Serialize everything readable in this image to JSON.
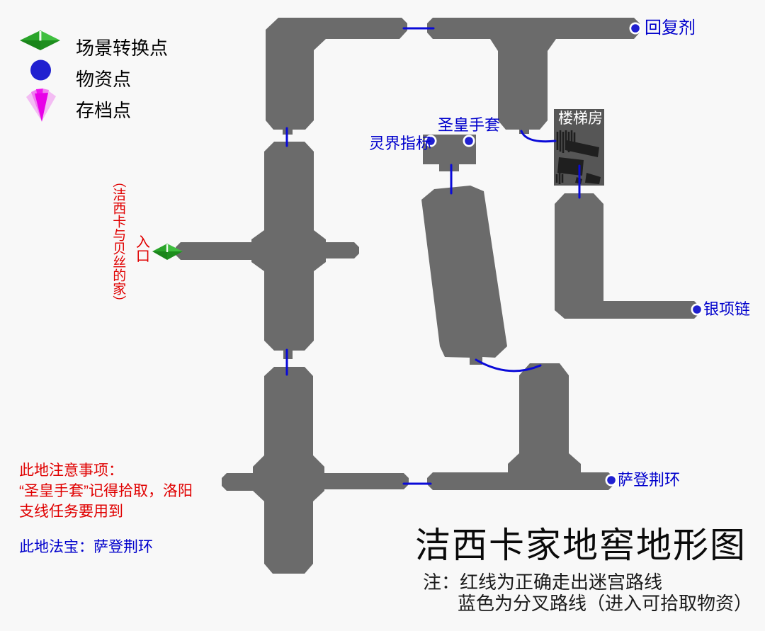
{
  "colors": {
    "background": "#f8f8f8",
    "corridor": "#6b6b6b",
    "stairs_bg": "#565656",
    "stairs_ink": "#1f1f1f",
    "route_blue": "#0a0ad8",
    "dot_blue": "#2020d0",
    "label_blue": "#0000cc",
    "note_red": "#e00000",
    "green_light": "#3fbf3f",
    "green_mid": "#2aa42a",
    "green_dark": "#1e8e1e",
    "magenta": "#e800e8"
  },
  "legend": {
    "items": [
      {
        "icon": "scene-transition-icon",
        "label": "场景转换点"
      },
      {
        "icon": "supply-point-icon",
        "label": "物资点"
      },
      {
        "icon": "save-point-icon",
        "label": "存档点"
      }
    ]
  },
  "map_labels": {
    "potion": "回复剂",
    "holy_gloves": "圣皇手套",
    "spirit_indicator": "灵界指标",
    "stairs_room": "楼梯房",
    "silver_necklace": "银项链",
    "sadeng_ring": "萨登荆环",
    "entrance": "入口",
    "entrance_house": "（洁西卡与贝丝的家）"
  },
  "notes": {
    "warning_title": "此地注意事项：",
    "warning_line1": "“圣皇手套”记得拾取，洛阳",
    "warning_line2": "支线任务要用到",
    "treasure": "此地法宝：萨登荆环"
  },
  "footer": {
    "title": "洁西卡家地窖地形图",
    "note_line1": "注：红线为正确走出迷宫路线",
    "note_line2": "蓝色为分叉路线（进入可拾取物资）"
  }
}
